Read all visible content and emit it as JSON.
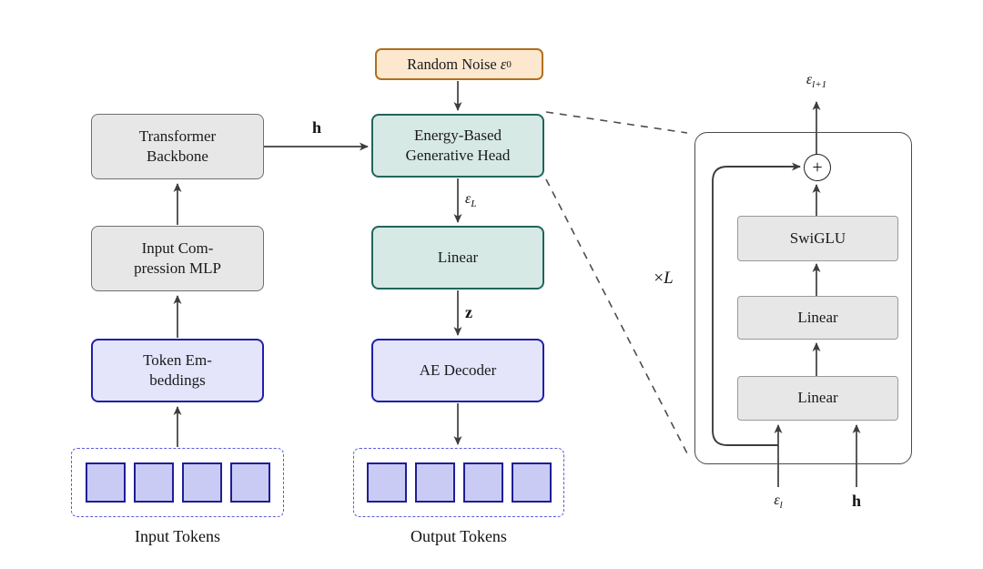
{
  "colors": {
    "gray_box_fill": "#e7e7e7",
    "gray_box_border": "#707070",
    "detail_box_border": "#9a9a9a",
    "lavender_fill": "#e4e4fb",
    "lavender_border": "#2020a8",
    "token_square_fill": "#c9cbf4",
    "token_square_border": "#1e1e96",
    "token_dashed_border": "#5c5cdb",
    "teal_fill": "#d7e9e4",
    "teal_border": "#20655c",
    "orange_fill": "#fbe8cf",
    "orange_border": "#b06f20",
    "arrow": "#3d3d3d",
    "detail_container_border": "#4a4a4a"
  },
  "left_column": {
    "backbone_box": {
      "line1": "Transformer",
      "line2": "Backbone"
    },
    "mlp_box": {
      "line1": "Input Com-",
      "line2": "pression MLP"
    },
    "embeddings_box": {
      "line1": "Token Em-",
      "line2": "beddings"
    },
    "tokens_label": "Input Tokens"
  },
  "middle_column": {
    "noise_box": {
      "text": "Random Noise",
      "symbol": "ε",
      "sub": "0"
    },
    "head_box": {
      "line1": "Energy-Based",
      "line2": "Generative Head"
    },
    "linear_box": "Linear",
    "decoder_box": "AE Decoder",
    "tokens_label": "Output Tokens",
    "h_label": "h",
    "eps_L_label": {
      "base": "ε",
      "sub": "L"
    },
    "z_label": "z"
  },
  "detail_panel": {
    "eps_out_label": {
      "base": "ε",
      "sub": "l+1"
    },
    "loop_label": {
      "times": "×",
      "count": "L"
    },
    "swiglu_box": "SwiGLU",
    "linear_mid_box": "Linear",
    "linear_in_box": "Linear",
    "plus_icon": "+",
    "eps_in_label": {
      "base": "ε",
      "sub": "l"
    },
    "h_in_label": "h"
  }
}
